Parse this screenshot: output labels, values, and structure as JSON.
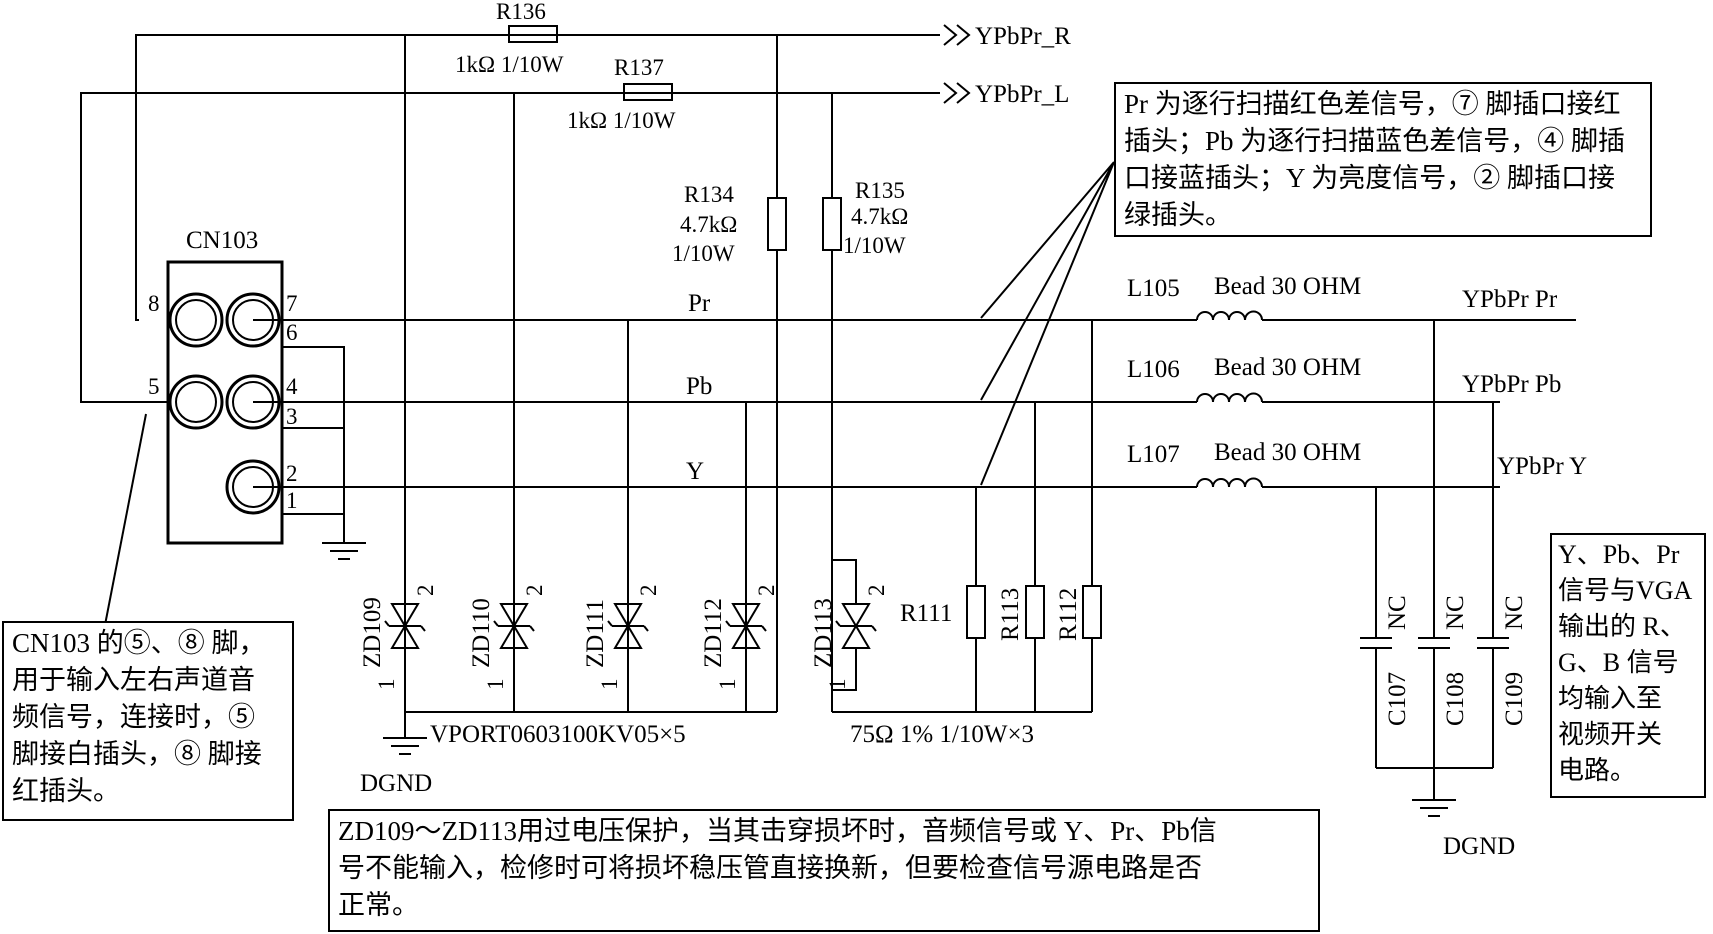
{
  "labels": {
    "r136": "R136",
    "r136_val": "1kΩ 1/10W",
    "r137": "R137",
    "r137_val": "1kΩ 1/10W",
    "ypbpr_r": "YPbPr_R",
    "ypbpr_l": "YPbPr_L",
    "r134": "R134",
    "r134_val": "4.7kΩ",
    "r134_pow": "1/10W",
    "r135": "R135",
    "r135_val": "4.7kΩ",
    "r135_pow": "1/10W",
    "cn103": "CN103",
    "pin8": "8",
    "pin7": "7",
    "pin6": "6",
    "pin5": "5",
    "pin4": "4",
    "pin3": "3",
    "pin2": "2",
    "pin1": "1",
    "pr": "Pr",
    "pb": "Pb",
    "y": "Y",
    "l105": "L105",
    "l106": "L106",
    "l107": "L107",
    "bead": "Bead 30 OHM",
    "out_pr": "YPbPr Pr",
    "out_pb": "YPbPr Pb",
    "out_y": "YPbPr Y",
    "zd109": "ZD109",
    "zd110": "ZD110",
    "zd111": "ZD111",
    "zd112": "ZD112",
    "zd113": "ZD113",
    "d_pin1": "1",
    "d_pin2": "2",
    "r111": "R111",
    "r113": "R113",
    "r112": "R112",
    "c107": "C107",
    "c108": "C108",
    "c109": "C109",
    "nc": "NC",
    "vport": "VPORT0603100KV05×5",
    "res_spec": "75Ω 1% 1/10W×3",
    "dgnd": "DGND"
  },
  "notes": {
    "top": "Pr 为逐行扫描红色差信号，⑦ 脚插口接红\n插头；Pb 为逐行扫描蓝色差信号，④ 脚插\n口接蓝插头；Y 为亮度信号，② 脚插口接\n绿插头。",
    "right": "Y、Pb、Pr\n信号与VGA\n输出的 R、\nG、B 信号\n均输入至\n视频开关\n电路。",
    "left": " CN103 的⑤、⑧ 脚，\n用于输入左右声道音\n频信号，连接时，⑤\n脚接白插头，⑧ 脚接\n红插头。",
    "bottom": "ZD109～ZD113用过电压保护，当其击穿损坏时，音频信号或 Y、Pr、Pb信\n号不能输入，检修时可将损坏稳压管直接换新，但要检查信号源电路是否\n正常。"
  }
}
